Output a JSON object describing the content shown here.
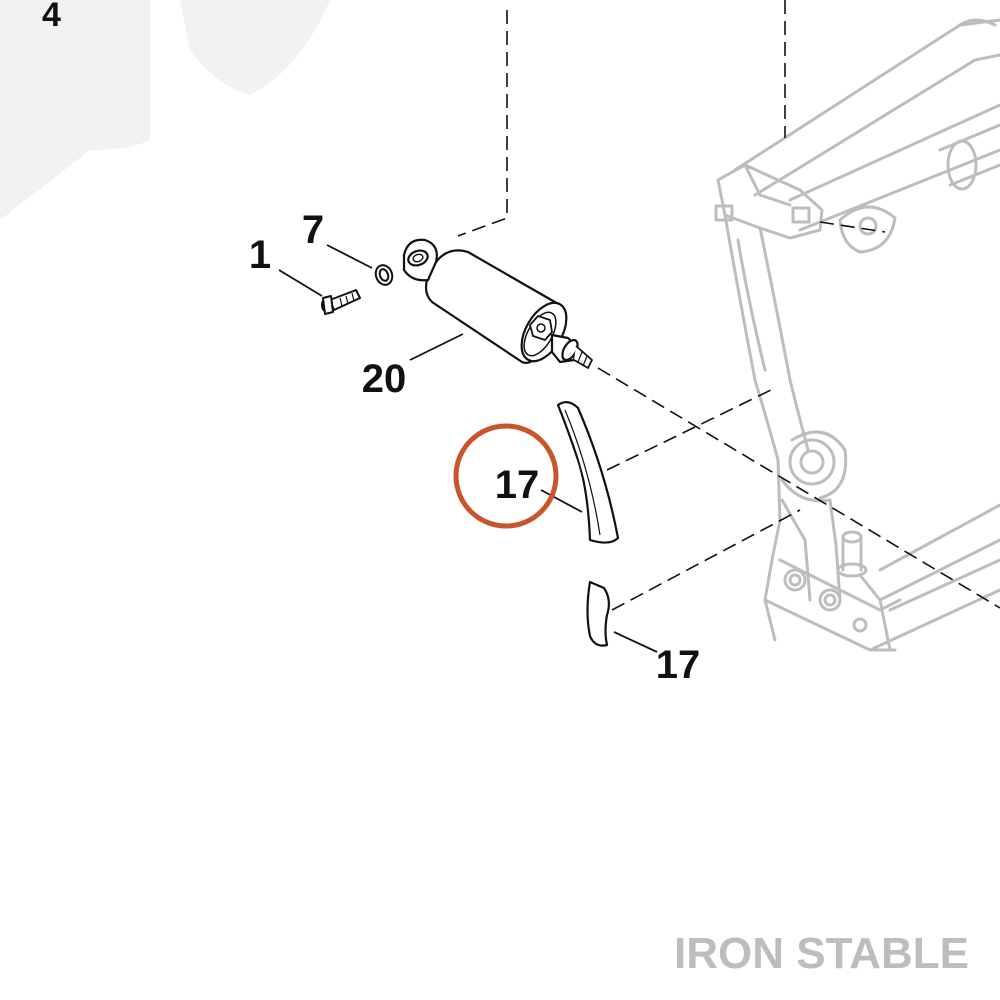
{
  "callouts": {
    "corner": "4",
    "bolt": "1",
    "washer": "7",
    "canister": "20",
    "trim_upper": "17",
    "trim_lower": "17"
  },
  "watermark": {
    "brand": "IRON STABLE"
  },
  "colors": {
    "highlight_circle": "#C8552B",
    "line_art": "#111111",
    "frame_ghost": "#BDBDBD",
    "watermark_text": "#BDBDBD",
    "watermark_shape": "#F2F2F2"
  }
}
